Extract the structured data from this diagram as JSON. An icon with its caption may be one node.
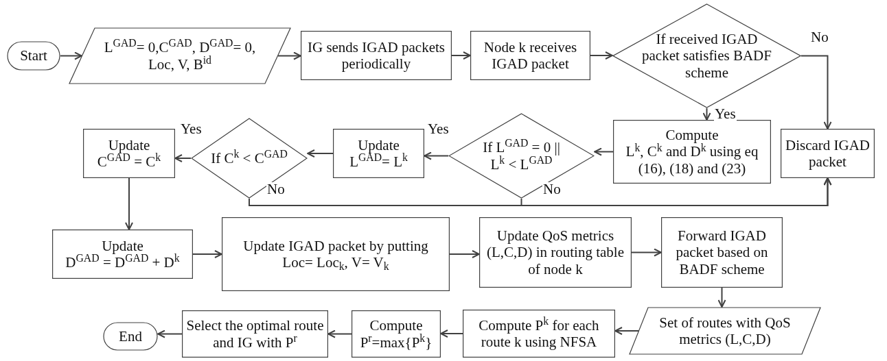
{
  "diagram": {
    "nodes": [
      {
        "text": [
          "Start"
        ]
      },
      {
        "text": [
          "L$^{GAD}$= 0,C$^{GAD}$, D$^{GAD}$= 0, Loc, V, B$^{id}$"
        ]
      },
      {
        "text": [
          "IG sends IGAD packets periodically"
        ]
      },
      {
        "text": [
          "Node k receives IGAD packet"
        ]
      },
      {
        "text": [
          "If received IGAD packet satisfies BADF scheme"
        ]
      },
      {
        "text": [
          "Compute",
          "L$^{k}$, C$^{k}$ and D$^{k}$ using eq (16), (18) and (23)"
        ]
      },
      {
        "text": [
          "Discard IGAD packet"
        ]
      },
      {
        "text": [
          "If L$^{GAD}$ = 0 || L$^{k}$ < L$^{GAD}$"
        ]
      },
      {
        "text": [
          "Update",
          "L$^{GAD}$= L$^{k}$"
        ]
      },
      {
        "text": [
          "If C$^{k}$ < C$^{GAD}$"
        ]
      },
      {
        "text": [
          "Update",
          "C$^{GAD}$ = C$^{k}$"
        ]
      },
      {
        "text": [
          "Update",
          "D$^{GAD}$ = D$^{GAD}$ + D$^{k}$"
        ]
      },
      {
        "text": [
          "Update IGAD packet by putting",
          "Loc= Loc$_{k}$, V= V$_{k}$"
        ]
      },
      {
        "text": [
          "Update QoS metrics (L,C,D) in routing table of node k"
        ]
      },
      {
        "text": [
          "Forward IGAD packet based on BADF scheme"
        ]
      },
      {
        "text": [
          "Set of routes with QoS metrics (L,C,D)"
        ]
      },
      {
        "text": [
          "Compute P$^{k}$ for each route k using NFSA"
        ]
      },
      {
        "text": [
          "Compute",
          "P$^{r}$=max{P$^{k}$}"
        ]
      },
      {
        "text": [
          "Select the optimal route and IG with P$^{r}$"
        ]
      },
      {
        "text": [
          "End"
        ]
      }
    ],
    "edges": [
      {
        "from": 0,
        "to": 1,
        "arrow": "to"
      },
      {
        "from": 1,
        "to": 2,
        "arrow": "to"
      },
      {
        "from": 2,
        "to": 3,
        "arrow": "to"
      },
      {
        "from": 3,
        "to": 4,
        "arrow": "to"
      },
      {
        "from": 4,
        "to": 5,
        "arrow": "to",
        "label": "Yes"
      },
      {
        "from": 4,
        "to": 6,
        "arrow": "to",
        "label": "No"
      },
      {
        "from": 5,
        "to": 7,
        "arrow": "to"
      },
      {
        "from": 7,
        "to": 8,
        "arrow": "to",
        "label": "Yes"
      },
      {
        "from": 8,
        "to": 9,
        "arrow": "to"
      },
      {
        "from": 9,
        "to": 10,
        "arrow": "to",
        "label": "Yes"
      },
      {
        "from": 9,
        "to": 6,
        "arrow": "to",
        "label": "No"
      },
      {
        "from": 7,
        "to": 6,
        "arrow": "to",
        "label": "No"
      },
      {
        "from": 10,
        "to": 11,
        "arrow": "to"
      },
      {
        "from": 11,
        "to": 12,
        "arrow": "to"
      },
      {
        "from": 12,
        "to": 13,
        "arrow": "to"
      },
      {
        "from": 13,
        "to": 14,
        "arrow": "to"
      },
      {
        "from": 14,
        "to": 15,
        "arrow": "to"
      },
      {
        "from": 15,
        "to": 16,
        "arrow": "to"
      },
      {
        "from": 16,
        "to": 17,
        "arrow": "to"
      },
      {
        "from": 17,
        "to": 18,
        "arrow": "to"
      },
      {
        "from": 18,
        "to": 19,
        "arrow": "to"
      }
    ]
  }
}
